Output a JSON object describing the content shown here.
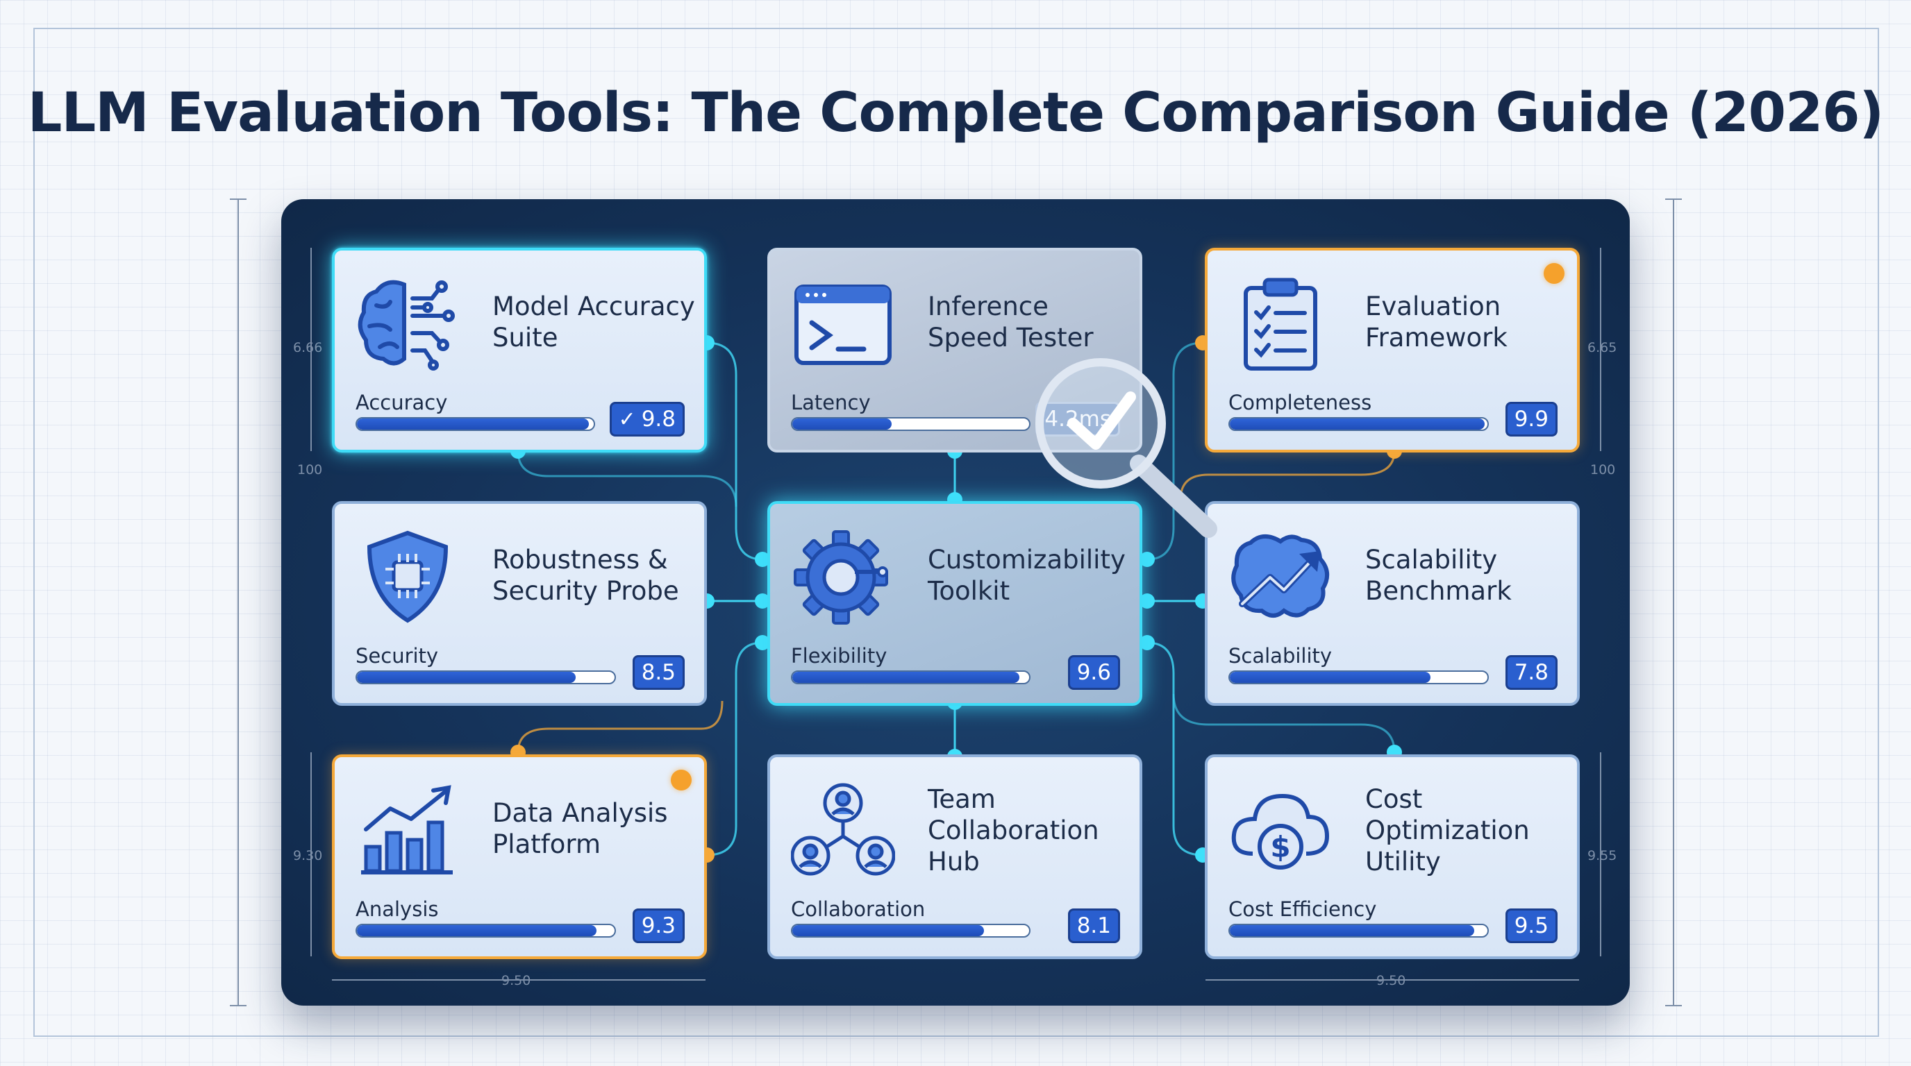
{
  "title": "LLM Evaluation Tools: The Complete Comparison Guide (2026)",
  "colors": {
    "panel": "#15335a",
    "card": "#dfe9f7",
    "accent_cyan": "#3fdcf7",
    "accent_orange": "#f5a93a",
    "score_badge": "#2a5fcf"
  },
  "tools": [
    {
      "name": "Model Accuracy Suite",
      "icon": "brain-circuit-icon",
      "metric": "Accuracy",
      "score": "9.8",
      "score_value": 9.8,
      "checked": true
    },
    {
      "name": "Inference Speed Tester",
      "icon": "terminal-window-icon",
      "metric": "Latency",
      "score": "4.2ms",
      "score_value": 4.2
    },
    {
      "name": "Evaluation Framework",
      "icon": "clipboard-checklist-icon",
      "metric": "Completeness",
      "score": "9.9",
      "score_value": 9.9
    },
    {
      "name": "Robustness & Security Probe",
      "icon": "shield-chip-icon",
      "metric": "Security",
      "score": "8.5",
      "score_value": 8.5
    },
    {
      "name": "Customizability Toolkit",
      "icon": "gear-icon",
      "metric": "Flexibility",
      "score": "9.6",
      "score_value": 9.6
    },
    {
      "name": "Scalability Benchmark",
      "icon": "brain-growth-icon",
      "metric": "Scalability",
      "score": "7.8",
      "score_value": 7.8
    },
    {
      "name": "Data Analysis Platform",
      "icon": "bar-chart-icon",
      "metric": "Analysis",
      "score": "9.3",
      "score_value": 9.3
    },
    {
      "name": "Team Collaboration Hub",
      "icon": "team-network-icon",
      "metric": "Collaboration",
      "score": "8.1",
      "score_value": 8.1
    },
    {
      "name": "Cost Optimization Utility",
      "icon": "cloud-dollar-icon",
      "metric": "Cost Efficiency",
      "score": "9.5",
      "score_value": 9.5
    }
  ],
  "dimensions": {
    "left_top": "6.66",
    "left_mid": "100",
    "left_bottom": "9.30",
    "right_top": "6.65",
    "right_mid": "100",
    "right_bottom": "9.55",
    "bottom_left": "9.50",
    "bottom_right": "9.50"
  }
}
